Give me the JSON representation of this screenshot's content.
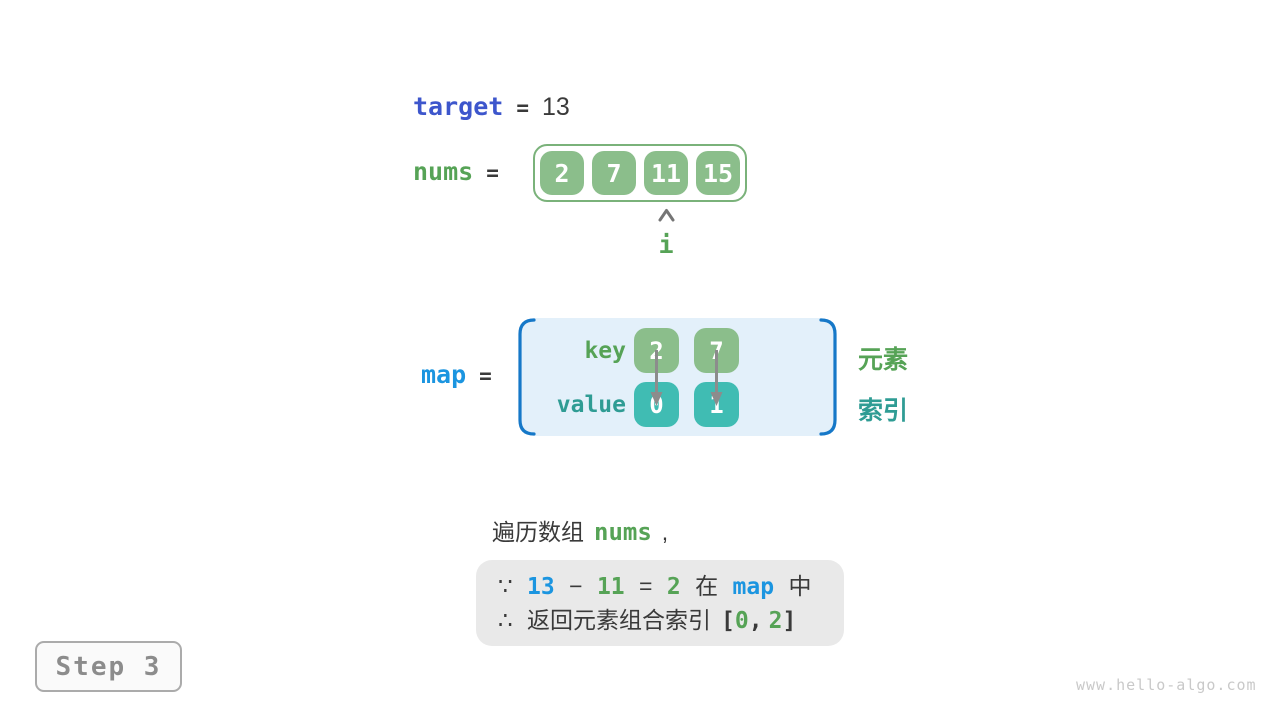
{
  "palette": {
    "indigo_code": "#3D56CC",
    "bright_blue_code": "#1B95E0",
    "green_code": "#56A356",
    "green_cell": "#8BBE8B",
    "green_border": "#7AB27A",
    "teal_code": "#2F9C94",
    "teal_cell": "#40BCB3",
    "map_background": "#E3F0FA",
    "map_brace_blue": "#1678C8",
    "note_background": "#E9E9E9",
    "text_dark": "#3A3A3A",
    "arrow_gray": "#8C8C8C"
  },
  "target": {
    "name": "target",
    "eq": "=",
    "value": "13"
  },
  "nums": {
    "name": "nums",
    "eq": "=",
    "cells": [
      "2",
      "7",
      "11",
      "15"
    ],
    "pointer_label": "i",
    "pointer_index": 2
  },
  "map": {
    "name": "map",
    "eq": "=",
    "key_label": "key",
    "value_label": "value",
    "keys": [
      "2",
      "7"
    ],
    "values": [
      "0",
      "1"
    ],
    "side_labels": {
      "element": "元素",
      "index": "索引"
    }
  },
  "caption": {
    "text": "遍历数组",
    "code": "nums",
    "comma": ","
  },
  "note": {
    "line1": {
      "mark": "∵",
      "minuend": "13",
      "minus": "−",
      "subtrahend": "11",
      "eq": "=",
      "difference": "2",
      "in_prefix": "在",
      "map_ref": "map",
      "in_suffix": "中"
    },
    "line2": {
      "mark": "∴",
      "text": "返回元素组合索引",
      "open_bracket": "[",
      "index_a": "0",
      "comma": ",",
      "index_b": "2",
      "close_bracket": "]"
    }
  },
  "step": {
    "label": "Step 3"
  },
  "watermark": "www.hello-algo.com"
}
